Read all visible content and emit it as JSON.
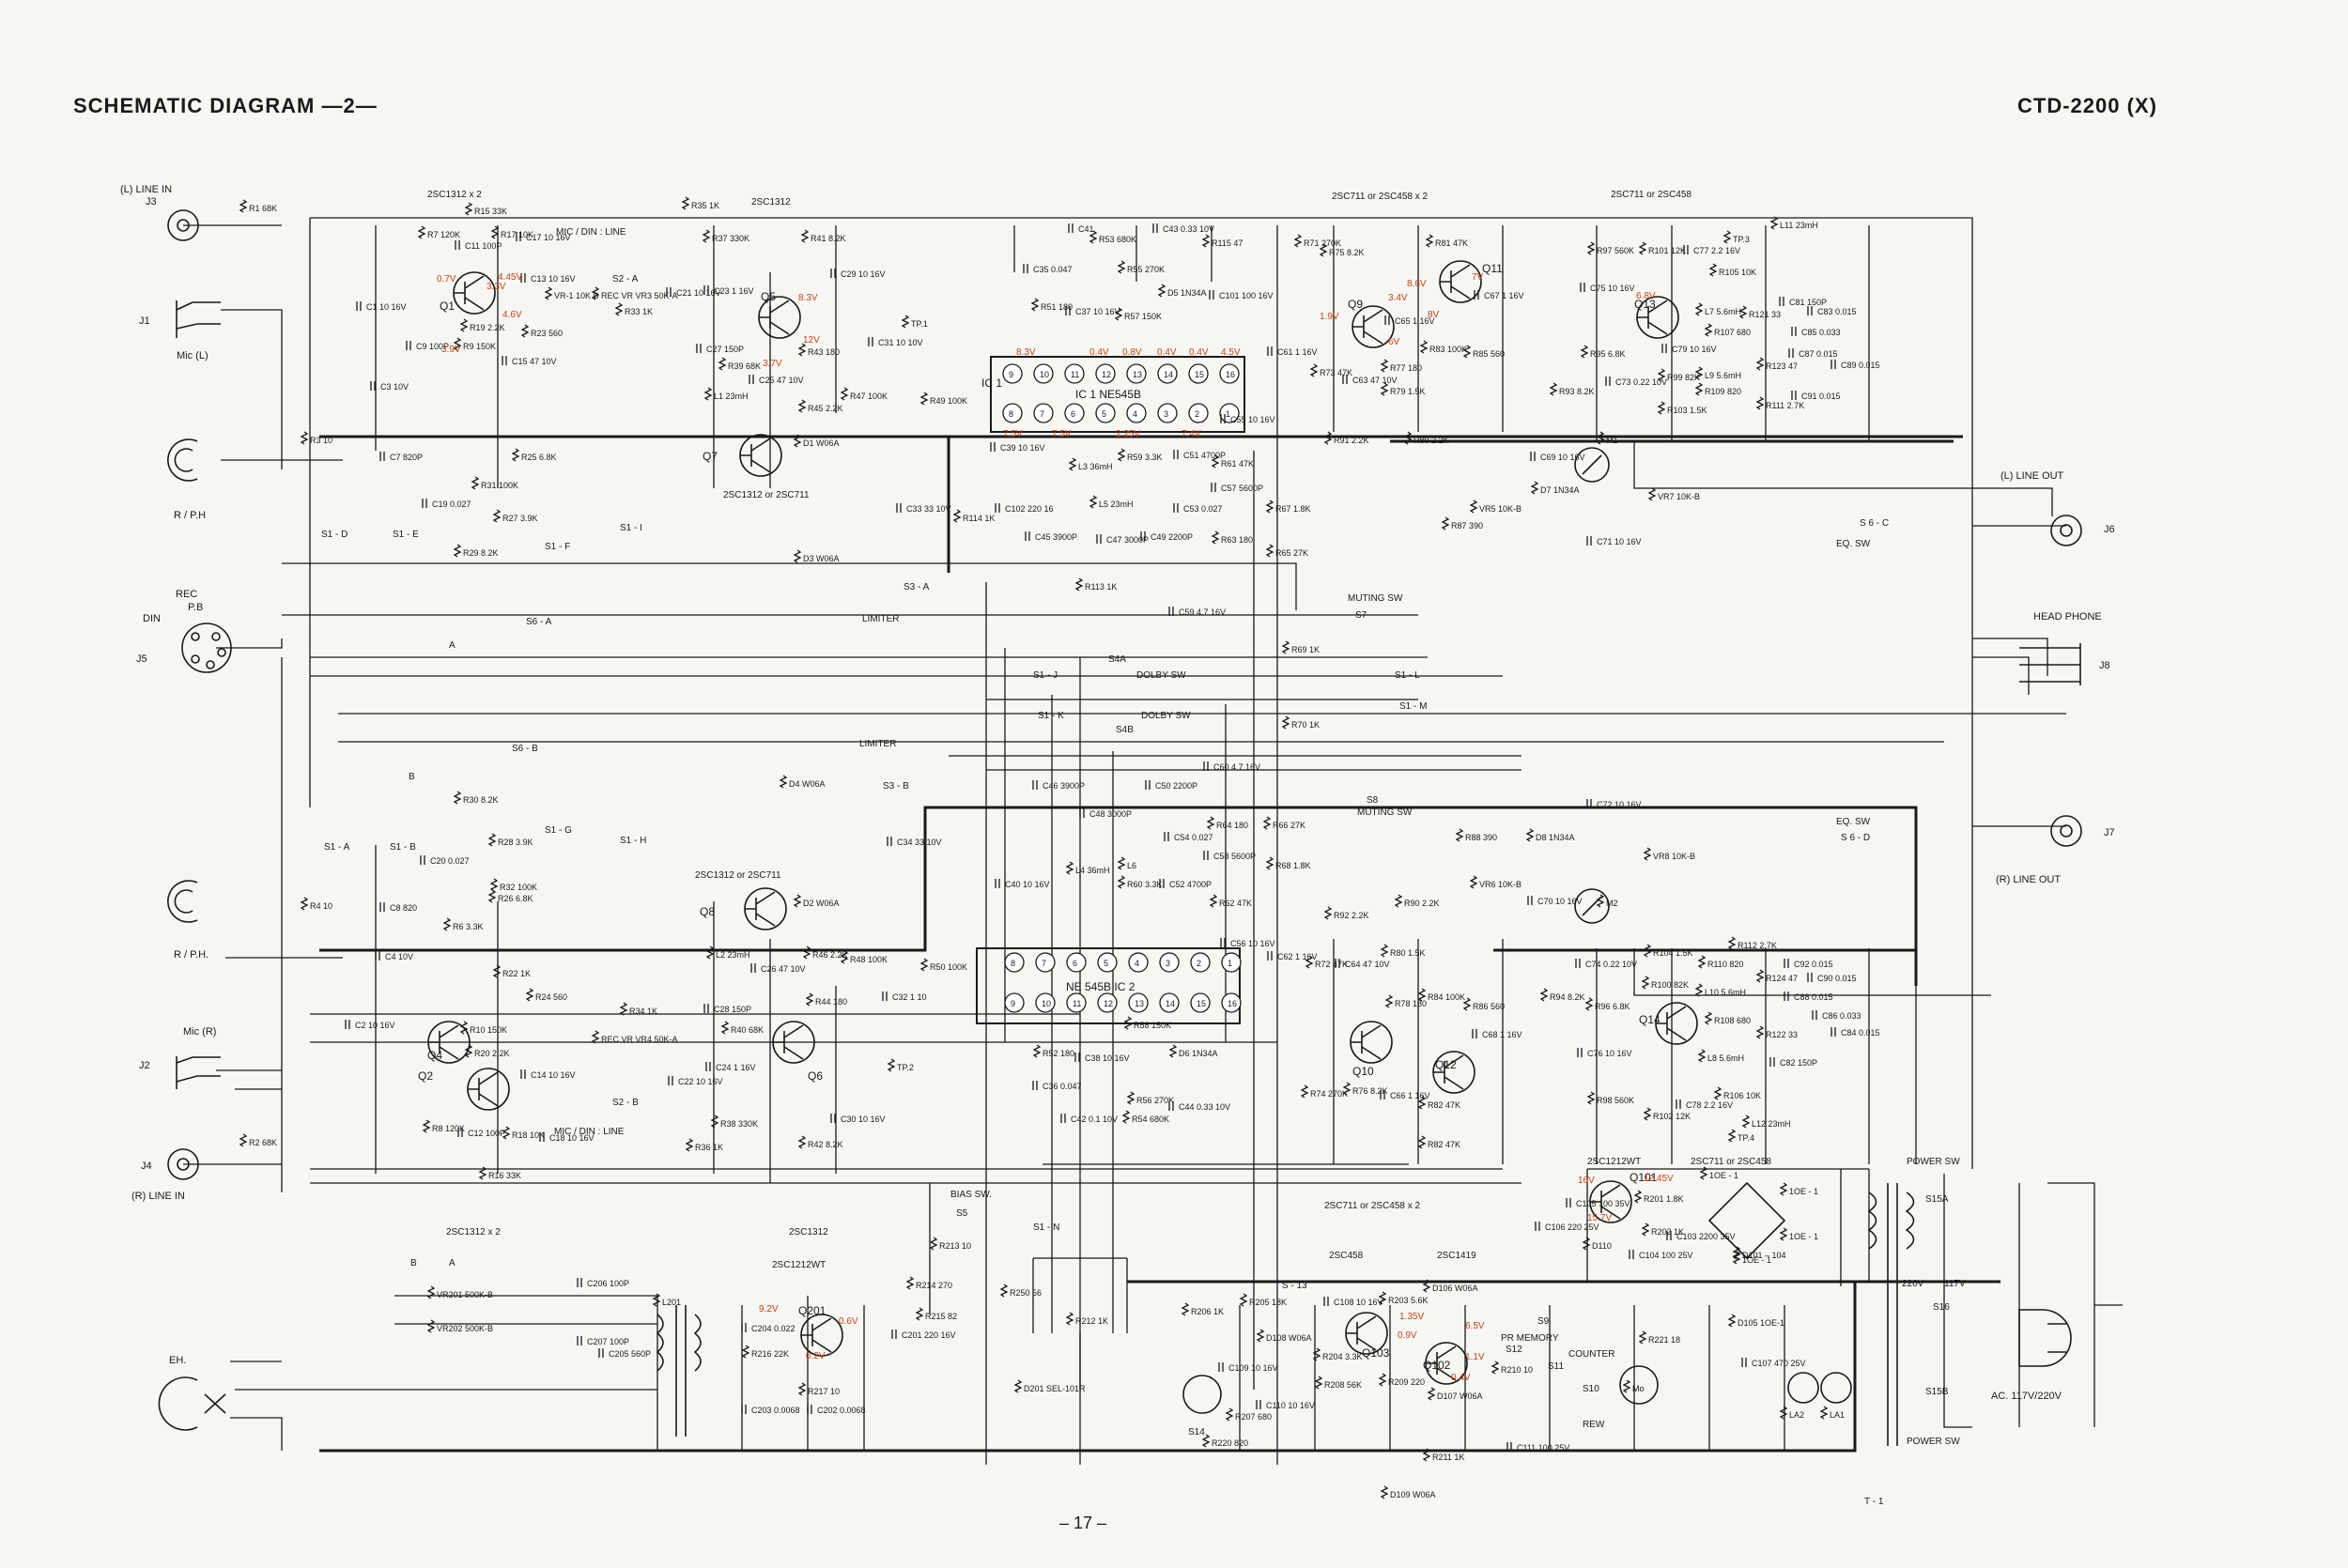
{
  "header": {
    "title": "SCHEMATIC DIAGRAM —2—",
    "model": "CTD-2200 (X)"
  },
  "footer": {
    "page": "– 17 –"
  },
  "colors": {
    "ink": "#1a1a1a",
    "voltage": "#c2441c",
    "paper": "#f7f6f2"
  },
  "groups": {
    "q1": "2SC1312 x 2",
    "q5": "2SC1312",
    "q7": "2SC1312 or 2SC711",
    "q9": "2SC711 or 2SC458 x 2",
    "q13": "2SC711 or 2SC458",
    "q8": "2SC1312 or 2SC711",
    "q10": "2SC711 or 2SC458 x 2",
    "q201": "2SC1312",
    "qx": "2SC1312 x 2",
    "q201b": "2SC1212WT",
    "q101": "2SC1212WT",
    "q101b": "2SC711 or 2SC458",
    "q102": "2SC458",
    "q103": "2SC1419"
  },
  "jacks": {
    "j3": "J3",
    "j3t": "(L) LINE IN",
    "j1": "J1",
    "j1t": "Mic (L)",
    "rph1": "R / P.H",
    "din": "DIN",
    "rec": "REC",
    "pb": "P.B",
    "j5": "J5",
    "rph2": "R / P.H.",
    "j2": "J2",
    "mic2": "Mic (R)",
    "j4": "J4",
    "j4t": "(R) LINE IN",
    "eh": "EH.",
    "j6": "J6",
    "j6t": "(L) LINE OUT",
    "j7": "J7",
    "j7t": "(R) LINE OUT",
    "j8": "J8",
    "j8t": "HEAD PHONE",
    "ac": "AC. 117V/220V"
  },
  "switches": {
    "s1d": "S1 - D",
    "s1e": "S1 - E",
    "s1f": "S1 - F",
    "s1i": "S1 - I",
    "s6a": "S6 - A",
    "s3a": "S3 - A",
    "limiter1": "LIMITER",
    "s1j": "S1 - J",
    "s4a": "S4A",
    "dolby1": "DOLBY SW",
    "s7": "S7",
    "muting1": "MUTING SW",
    "s1l": "S1 - L",
    "s1m": "S1 - M",
    "s6c": "S 6 - C",
    "eq1": "EQ. SW",
    "s6b": "S6 - B",
    "limiter2": "LIMITER",
    "s3b": "S3 - B",
    "s1a": "S1 - A",
    "s1b": "S1 - B",
    "s1g": "S1 - G",
    "s1h": "S1 - H",
    "s1k": "S1 - K",
    "s4b": "S4B",
    "dolby2": "DOLBY SW",
    "s8": "S8",
    "muting2": "MUTING SW",
    "eq2": "EQ. SW",
    "s6d": "S 6 - D",
    "s2a": "S2 - A",
    "micdin1": "MIC / DIN : LINE",
    "s2b": "S2 - B",
    "micdin2": "MIC / DIN : LINE",
    "bias": "BIAS SW.",
    "s5": "S5",
    "s1n": "S1 - N",
    "s13": "S - 13",
    "s9": "S9",
    "s10": "S10",
    "rew": "REW",
    "s11": "S11",
    "counter": "COUNTER",
    "s12": "S12",
    "memory": "PR MEMORY",
    "s14": "S14",
    "s15a": "S15A",
    "s15b": "S15B",
    "s16": "S16",
    "power1": "POWER SW",
    "power2": "POWER SW",
    "v220": "220V",
    "v117": "117V",
    "t1": "T - 1"
  },
  "ic": {
    "ic1": "IC 1   NE545B",
    "ic2": "NE 545B   IC 2",
    "top_pins": [
      "9",
      "10",
      "11",
      "12",
      "13",
      "14",
      "15",
      "16"
    ],
    "bot_pins": [
      "8",
      "7",
      "6",
      "5",
      "4",
      "3",
      "2",
      "1"
    ]
  },
  "components": {
    "r1": "R1 68K",
    "r3": "R3 10",
    "c7": "C7 820P",
    "c1": "C1 10 16V",
    "c3": "C3 10V",
    "r7": "R7 120K",
    "r15": "R15 33K",
    "c11": "C11 100P",
    "r17": "R17 10K",
    "c17": "C17 10 16V",
    "c13": "C13 10 16V",
    "vr1": "VR-1 10K B",
    "vr3": "REC VR VR3 50K-A",
    "r33": "R33 1K",
    "r19": "R19 2.2K",
    "r9": "R9 150K",
    "c9": "C9 100P",
    "r23": "R23 560",
    "c15": "C15 47 10V",
    "r25": "R25 6.8K",
    "r31": "R31 100K",
    "r27": "R27 3.9K",
    "r29": "R29 8.2K",
    "c19": "C19 0.027",
    "r35": "R35 1K",
    "r37": "R37 330K",
    "c21": "C21 10 16V",
    "c23": "C23 1 16V",
    "c27": "C27 150P",
    "l1": "L1 23mH",
    "r39": "R39 68K",
    "c25": "C25 47 10V",
    "r41": "R41 8.2K",
    "r43": "R43 180",
    "r45": "R45 2.2K",
    "c29": "C29 10 16V",
    "c31": "C31 10 10V",
    "r47": "R47 100K",
    "r49": "R49 100K",
    "tp1": "TP.1",
    "d1": "D1 W06A",
    "d3": "D3 W06A",
    "c33": "C33 33 10V",
    "c41": "C41",
    "r53": "R53 680K",
    "c43": "C43 0.33 10V",
    "c35": "C35 0.047",
    "r51": "R51 180",
    "c37": "C37 10 16V",
    "r55": "R55 270K",
    "d5": "D5 1N34A",
    "r57": "R57 150K",
    "c39": "C39 10 16V",
    "l3": "L3 36mH",
    "c45": "C45 3900P",
    "c47": "C47 3000P",
    "c49": "C49 2200P",
    "l5": "L5 23mH",
    "r59": "R59 3.3K",
    "c51": "C51 4700P",
    "c53": "C53 0.027",
    "r61": "R61 47K",
    "c57": "C57 5600P",
    "r63": "R63 180",
    "c55": "C55 10 16V",
    "r114": "R114 1K",
    "c102": "C102 220 16",
    "r113": "R113 1K",
    "c59": "C59 4.7 16V",
    "r115": "R115 47",
    "c101": "C101 100 16V",
    "r71": "R71 270K",
    "r75": "R75 8.2K",
    "r81": "R81 47K",
    "c61": "C61 1 16V",
    "r73": "R73 47K",
    "c63": "C63 47 10V",
    "c65": "C65 1 16V",
    "r77": "R77 180",
    "r79": "R79 1.5K",
    "r83": "R83 100K",
    "r85": "R85 560",
    "c67": "C67 1 16V",
    "r91": "R91 2.2K",
    "r89": "R89 2.2K",
    "r67": "R67 1.8K",
    "r65": "R65 27K",
    "r69": "R69 1K",
    "r87": "R87 390",
    "vr5": "VR5 10K-B",
    "c69": "C69 10 16V",
    "d7": "D7 1N34A",
    "m1": "M1",
    "vr7": "VR7 10K-B",
    "c71": "C71 10 16V",
    "r97": "R97 560K",
    "r101": "R101 12K",
    "c77": "C77 2.2 16V",
    "tp3": "TP.3",
    "r105": "R105 10K",
    "l11": "L11 23mH",
    "c81": "C81 150P",
    "c75": "C75 10 16V",
    "r95": "R95 6.8K",
    "c73": "C73 0.22 10V",
    "r93": "R93 8.2K",
    "c79": "C79 10 16V",
    "r99": "R99 82K",
    "r103": "R103 1.5K",
    "l7": "L7 5.6mH",
    "l9": "L9 5.6mH",
    "r107": "R107 680",
    "r121": "R121 33",
    "c83": "C83 0.015",
    "c85": "C85 0.033",
    "c87": "C87 0.015",
    "c89": "C89 0.015",
    "r123": "R123 47",
    "r109": "R109 820",
    "r111": "R111 2.7K",
    "c91": "C91 0.015",
    "r2": "R2 68K",
    "r4": "R4 10",
    "c8": "C8 820",
    "c2": "C2 10 16V",
    "c4": "C4 10V",
    "r8": "R8 120K",
    "r16": "R16 33K",
    "c12": "C12 100P",
    "r18": "R18 10K",
    "c18": "C18 10 16V",
    "r10": "R10 150K",
    "r20": "R20 2.2K",
    "c14": "C14 10 16V",
    "r22": "R22 1K",
    "r24": "R24 560",
    "vr4": "REC VR VR4 50K-A",
    "r34": "R34 1K",
    "c20": "C20 0.027",
    "r30": "R30 8.2K",
    "r28": "R28 3.9K",
    "r32": "R32 100K",
    "r26": "R26 6.8K",
    "r6": "R6 3.3K",
    "d4": "D4 W06A",
    "d2": "D2 W06A",
    "c34": "C34 33 10V",
    "r36": "R36 1K",
    "r38": "R38 330K",
    "c22": "C22 10 16V",
    "c24": "C24 1 16V",
    "c28": "C28 150P",
    "l2": "L2 23mH",
    "r40": "R40 68K",
    "c26": "C26 47 10V",
    "r46": "R46 2.2K",
    "r44": "R44 180",
    "r48": "R48 100K",
    "r42": "R42 8.2K",
    "c30": "C30 10 16V",
    "c32": "C32 1 10",
    "r50": "R50 100K",
    "tp2": "TP.2",
    "c46": "C46 3900P",
    "c48": "C48 3000P",
    "c50": "C50 2200P",
    "r64": "R64 180",
    "c60": "C60 4.7 16V",
    "l4": "L4 36mH",
    "l6": "L6",
    "c54": "C54 0.027",
    "c58": "C58 5600P",
    "r60": "R60 3.3K",
    "c52": "C52 4700P",
    "r62": "R62 47K",
    "c40": "C40 10 16V",
    "c56": "C56 10 16V",
    "r52": "R52 180",
    "c36": "C36 0.047",
    "c38": "C38 10 16V",
    "r58": "R58 150K",
    "d6": "D6 1N34A",
    "c42": "C42 0.1 10V",
    "r56": "R56 270K",
    "r54": "R54 680K",
    "c44": "C44 0.33 10V",
    "r66": "R66 27K",
    "r68": "R68 1.8K",
    "r70": "R70 1K",
    "r72": "R72 47K",
    "c62": "C62 1 16V",
    "c64": "C64 47 10V",
    "r80": "R80 1.5K",
    "r78": "R78 180",
    "r84": "R84 100K",
    "r86": "R86 560",
    "c68": "C68 1 16V",
    "r74": "R74 270K",
    "r76": "R76 8.2K",
    "c66": "C66 1 16V",
    "r82": "R82 47K",
    "r92": "R92 2.2K",
    "r90": "R90 2.2K",
    "r88": "R88 390",
    "vr6": "VR6 10K-B",
    "d8": "D8 1N34A",
    "c70": "C70 10 16V",
    "m2": "M2",
    "c72": "C72 10 16V",
    "vr8": "VR8 10K-B",
    "c74": "C74 0.22 10V",
    "r94": "R94 8.2K",
    "r96": "R96 6.8K",
    "r100": "R100 82K",
    "r104": "R104 1.5K",
    "c76": "C76 10 16V",
    "r98": "R98 560K",
    "r102": "R102 12K",
    "c78": "C78 2.2 16V",
    "r106": "R106 10K",
    "tp4": "TP.4",
    "l12": "L12 23mH",
    "c82": "C82 150P",
    "r112": "R112 2.7K",
    "c92": "C92 0.015",
    "r110": "R110 820",
    "r124": "R124 47",
    "c90": "C90 0.015",
    "l10": "L10 5.6mH",
    "c88": "C88 0.015",
    "r108": "R108 680",
    "c86": "C86 0.033",
    "l8": "L8 5.6mH",
    "r122": "R122 33",
    "c84": "C84 0.015",
    "vr201": "VR201 500K-B",
    "c206": "C206 100P",
    "vr202": "VR202 500K-B",
    "c207": "C207 100P",
    "c205": "C205 560P",
    "l201": "L201",
    "c204": "C204 0.022",
    "r216": "R216 22K",
    "c203": "C203 0.0068",
    "r217": "R217 10",
    "c202": "C202 0.0068",
    "r213": "R213 10",
    "r214": "R214 270",
    "r215": "R215 82",
    "c201": "C201 220 16V",
    "r250": "R250 56",
    "r212": "R212 1K",
    "d201": "D201 SEL-101R",
    "r206": "R206 1K",
    "r205": "R205 18K",
    "c108": "C108 10 16V",
    "d108": "D108 W06A",
    "c109": "C109 10 16V",
    "r207": "R207 680",
    "c110": "C110 10 16V",
    "r204": "R204 3.3K",
    "r208": "R208 56K",
    "r203": "R203 5.6K",
    "r209": "R209 220",
    "d106": "D106 W06A",
    "d107": "D107 W06A",
    "r82b": "R82 47K",
    "r220": "R220 820",
    "d109": "D109 W06A",
    "r211": "R211 1K",
    "c111": "C111 100 25V",
    "r210": "R210 10",
    "r221": "R221 18",
    "mo": "Mo",
    "d105": "D105 1OE-1",
    "c107": "C107 470 25V",
    "la2": "LA2",
    "la1": "LA1",
    "r201": "R201 1.8K",
    "r202": "R202 1K",
    "c105": "C105 100 35V",
    "c104": "C104 100 25V",
    "c103": "C103 2200 35V",
    "c106": "C106 220 25V",
    "d110": "D110",
    "d101": "D101 – 104",
    "ioe1": "1OE - 1",
    "ioe2": "1OE - 1",
    "ioe3": "1OE - 1",
    "ioe4": "1OE - 1"
  },
  "voltages": {
    "q1c": "3.3V",
    "q1b": "0.7V",
    "q1e": "4.45V",
    "q1x": "4.6V",
    "q1y": "3.9V",
    "q5": "8.3V",
    "q5b": "3.7V",
    "q5c": "12V",
    "q9b": "1.9V",
    "q9c": "3.4V",
    "q11": "8.6V",
    "q11b": "7V",
    "q11c": "6V",
    "q11d": "8V",
    "q13": "6.8V",
    "ic1a": "8.3V",
    "ic1b": "0.4V",
    "ic1c": "0.8V",
    "ic1d": "0.4V",
    "ic1e": "0.4V",
    "ic1f": "4.5V",
    "ic1g": "7.5V",
    "ic1h": "7.5V",
    "ic1i": "2.25V",
    "ic1j": "7.4V",
    "q201c": "9.2V",
    "q201b": "0.6V",
    "q201e": "0.2V",
    "q101a": "16V",
    "q101b": "15.7V",
    "q101c": "12.45V",
    "q102a": "1.35V",
    "q102b": "0.9V",
    "q102c": "6.5V",
    "q102d": "1.1V",
    "q102e": "0.4V"
  },
  "transistors": {
    "q1": "Q1",
    "q2": "Q2",
    "q4": "Q4",
    "q5": "Q5",
    "q6": "Q6",
    "q7": "Q7",
    "q8": "Q8",
    "q9": "Q9",
    "q10": "Q10",
    "q11": "Q11",
    "q12": "Q12",
    "q13": "Q13",
    "q14": "Q14",
    "q201": "Q201",
    "q101": "Q101",
    "q102": "Q102",
    "q103": "Q103",
    "ic1l": "IC 1"
  },
  "refs": {
    "a1": "A",
    "b1": "B",
    "a2": "A",
    "b2": "B"
  }
}
